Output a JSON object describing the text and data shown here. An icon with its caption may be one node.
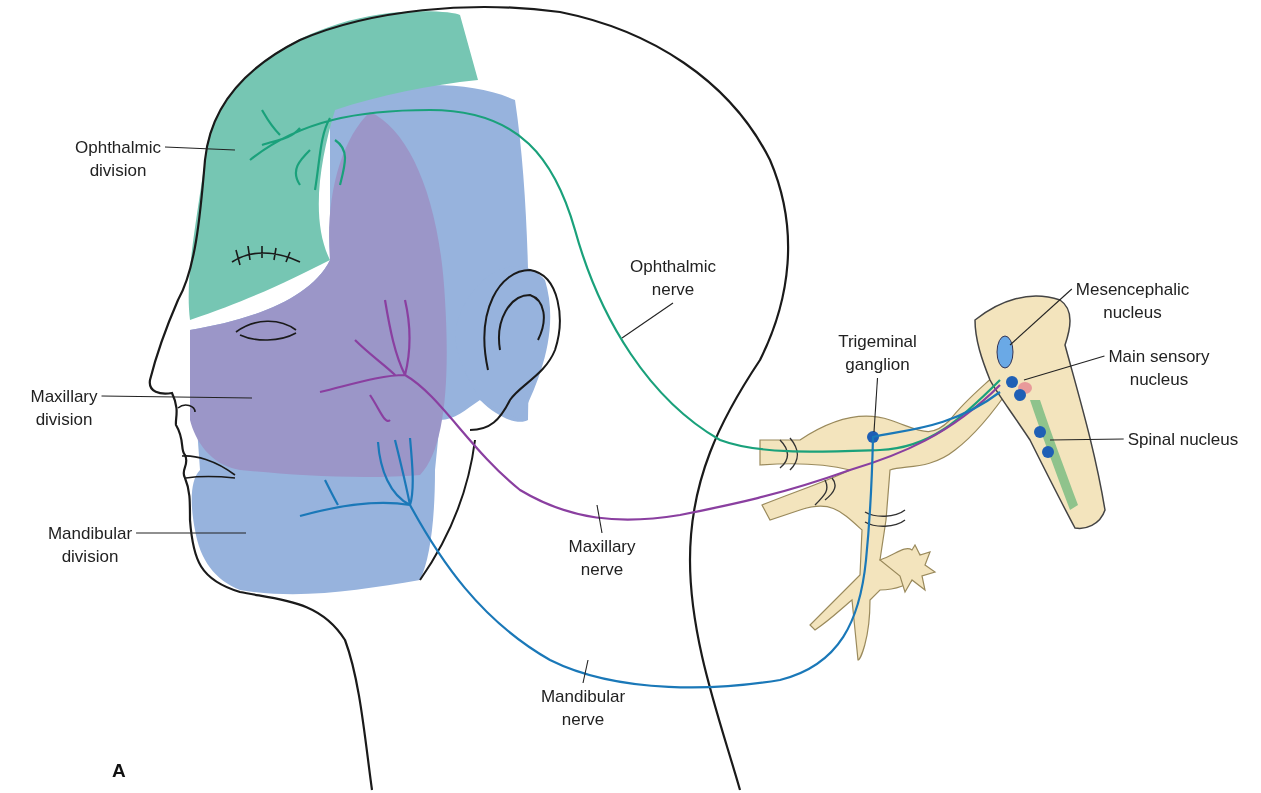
{
  "diagram": {
    "nodes": [
      {
        "text": [
          "Ophthalmic division"
        ]
      },
      {
        "text": [
          "Maxillary division"
        ]
      },
      {
        "text": [
          "Mandibular division"
        ]
      },
      {
        "text": [
          "Ophthalmic nerve"
        ]
      },
      {
        "text": [
          "Maxillary nerve"
        ]
      },
      {
        "text": [
          "Mandibular nerve"
        ]
      },
      {
        "text": [
          "Trigeminal ganglion"
        ]
      },
      {
        "text": [
          "Mesencephalic nucleus"
        ]
      },
      {
        "text": [
          "Main sensory nucleus"
        ]
      },
      {
        "text": [
          "Spinal nucleus"
        ]
      }
    ],
    "edges": [
      {
        "from": 0,
        "to": null,
        "arrow": "none"
      },
      {
        "from": 1,
        "to": null,
        "arrow": "none"
      },
      {
        "from": 2,
        "to": null,
        "arrow": "none"
      },
      {
        "from": 3,
        "to": null,
        "arrow": "none"
      },
      {
        "from": 4,
        "to": null,
        "arrow": "none"
      },
      {
        "from": 5,
        "to": null,
        "arrow": "none"
      },
      {
        "from": 6,
        "to": null,
        "arrow": "none"
      },
      {
        "from": 7,
        "to": null,
        "arrow": "none"
      },
      {
        "from": 8,
        "to": null,
        "arrow": "none"
      },
      {
        "from": 9,
        "to": null,
        "arrow": "none"
      }
    ],
    "labels": [
      "A"
    ]
  }
}
